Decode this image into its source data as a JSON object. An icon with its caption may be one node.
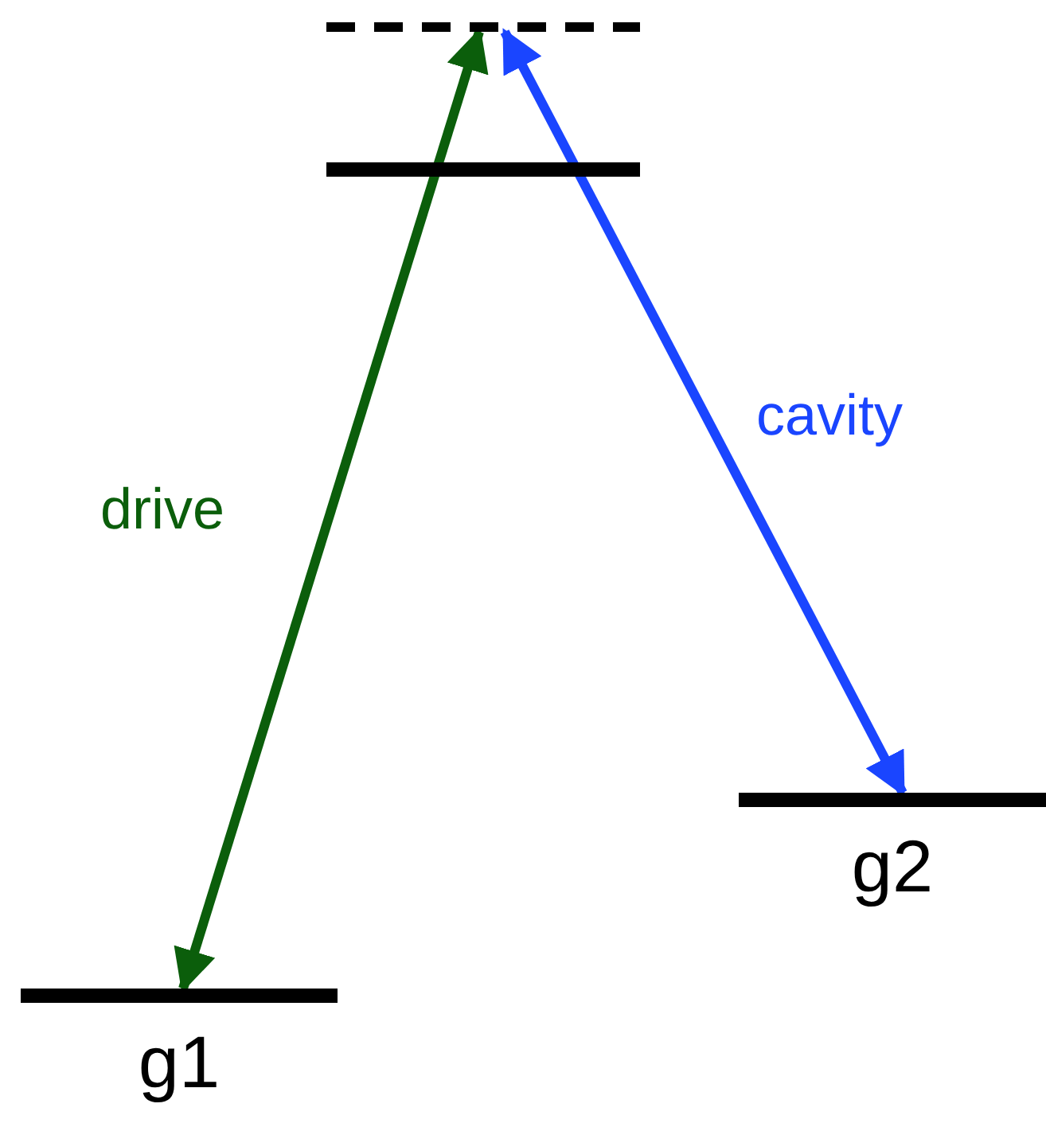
{
  "diagram": {
    "nodes": [
      {
        "text": [],
        "shape": "bar"
      },
      {
        "text": [],
        "shape": "bar"
      },
      {
        "text": [
          "g1"
        ]
      },
      {
        "text": [
          "g2"
        ]
      }
    ],
    "edges": [
      {
        "from": 2,
        "to": 0,
        "arrow": "both",
        "label": "drive",
        "color": "#0b5e0b"
      },
      {
        "from": 0,
        "to": 3,
        "arrow": "both",
        "label": "cavity",
        "color": "#1a45ff"
      }
    ]
  }
}
